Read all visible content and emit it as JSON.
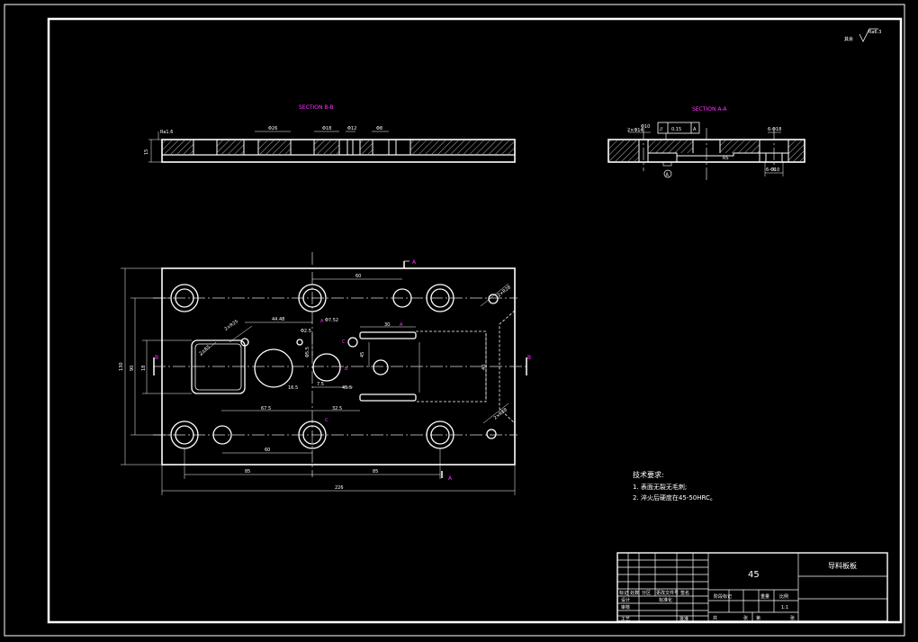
{
  "colors": {
    "background": "#000000",
    "lines": "#ffffff",
    "section_labels": "#ff33ff"
  },
  "roughness": {
    "symbol": "roughness-check-icon",
    "prefix": "其余",
    "value": "Ra6.3"
  },
  "section_b": {
    "title": "SECTION B-B",
    "dims": [
      "Ra1.6",
      "15",
      "Φ26",
      "Φ18",
      "Φ12",
      "Φ8"
    ]
  },
  "section_a": {
    "title": "SECTION A-A",
    "tolerance": {
      "symbol": "//",
      "value": "0.15",
      "datum": "A"
    },
    "dims": [
      "2×Φ14",
      "Φ10",
      "R5",
      "6-Φ18",
      "6-Φ10"
    ],
    "datum_label": "A"
  },
  "plan": {
    "cut_label_a": "A",
    "cut_label_b": "B",
    "cut_label_c": "C",
    "dims": {
      "top_60": "60",
      "slot_30": "30",
      "d_44": "44.48",
      "d_phi": "Φ7.52",
      "r_25": "2×R25",
      "small_42": "Φ2.5",
      "square": "2×R5",
      "hole_45": "45",
      "v_55": "Φ5.5",
      "h_165": "16.5",
      "h_75": "7.5",
      "h_55b": "45.5",
      "h_725": "67.5",
      "h_325": "32.5",
      "bot_60": "60",
      "r_28": "2×R28",
      "r_28b": "2×R28",
      "left_130": "130",
      "left_90": "90",
      "left_18": "18",
      "right_40": "40",
      "bottom_85a": "85",
      "bottom_85b": "85",
      "overall": "226"
    }
  },
  "tech": {
    "heading": "技术要求:",
    "lines": [
      "1. 表面无裂无毛刺;",
      "2. 淬火后硬度在45-50HRC。"
    ]
  },
  "title_block": {
    "material": "45",
    "part_name": "导料板板",
    "col_labels": [
      "标记",
      "处数",
      "分区",
      "更改文件号",
      "签名"
    ],
    "row_labels": [
      "设计",
      "审核",
      "工艺"
    ],
    "approve": "批准",
    "standard": "标准化",
    "stage": [
      "阶段标记",
      "重量",
      "比例"
    ],
    "scale": "1:1",
    "sheet": [
      "共",
      "张",
      "第",
      "张"
    ]
  }
}
